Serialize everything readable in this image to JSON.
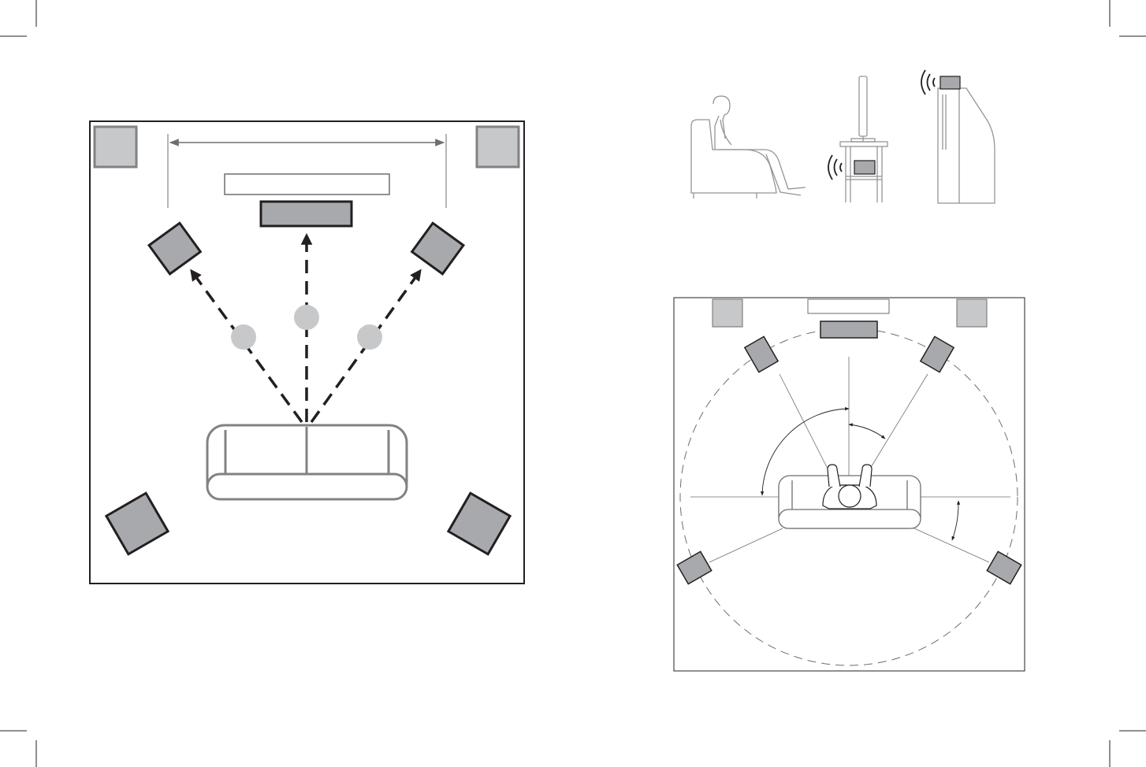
{
  "colors": {
    "line": "#231f20",
    "guide": "#6d6e71",
    "speaker_fill": "#a7a9ac",
    "sub_fill": "#c7c8ca",
    "marker_fill": "#c7c8ca",
    "couch_stroke": "#808285",
    "sketch_stroke": "#939598"
  },
  "diagrams": [
    {
      "name": "five-point-one-layout",
      "description_icon": "speaker-placement-top-view"
    },
    {
      "name": "speaker-height-side-view",
      "description_icon": "listener-side-view"
    },
    {
      "name": "speaker-angle-layout",
      "description_icon": "speaker-angle-top-view"
    }
  ]
}
